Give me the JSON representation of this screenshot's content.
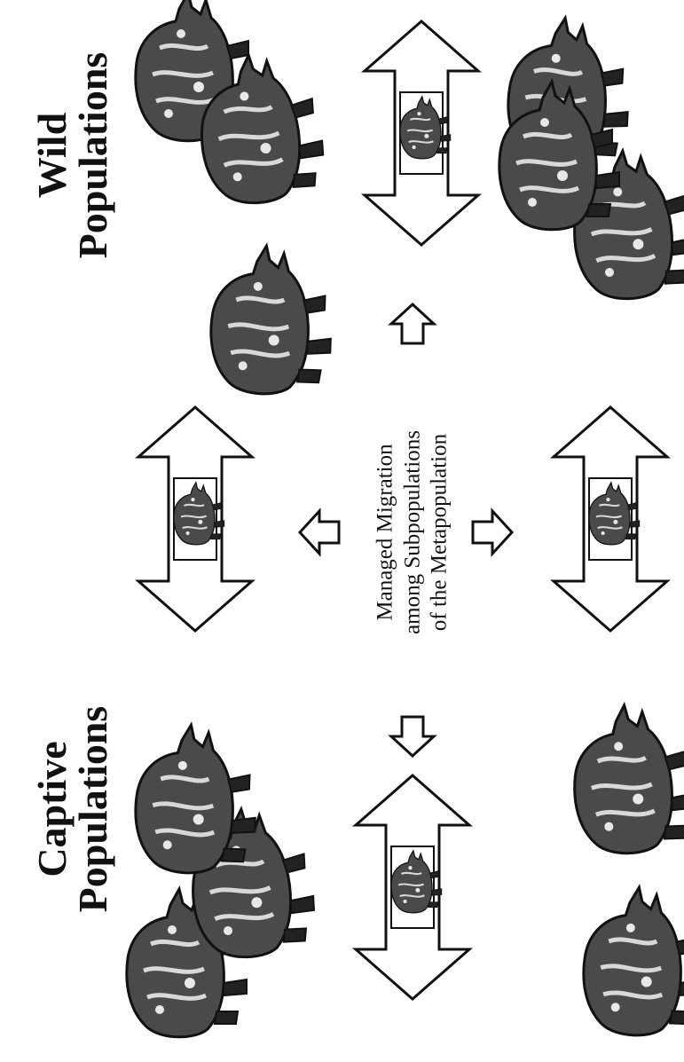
{
  "diagram": {
    "wild_title": {
      "line1": "Wild",
      "line2": "Populations"
    },
    "captive_title": {
      "line1": "Captive",
      "line2": "Populations"
    },
    "migration_label": {
      "line1": "Managed Migration",
      "line2": "among Subpopulations",
      "line3": "of the Metapopulation"
    }
  },
  "colors": {
    "ink": "#111111",
    "paper": "#ffffff",
    "hide": "#4a4a4a"
  },
  "icons": [
    "rhinoceros-icon",
    "double-headed-arrow-icon",
    "block-arrow-icon"
  ]
}
